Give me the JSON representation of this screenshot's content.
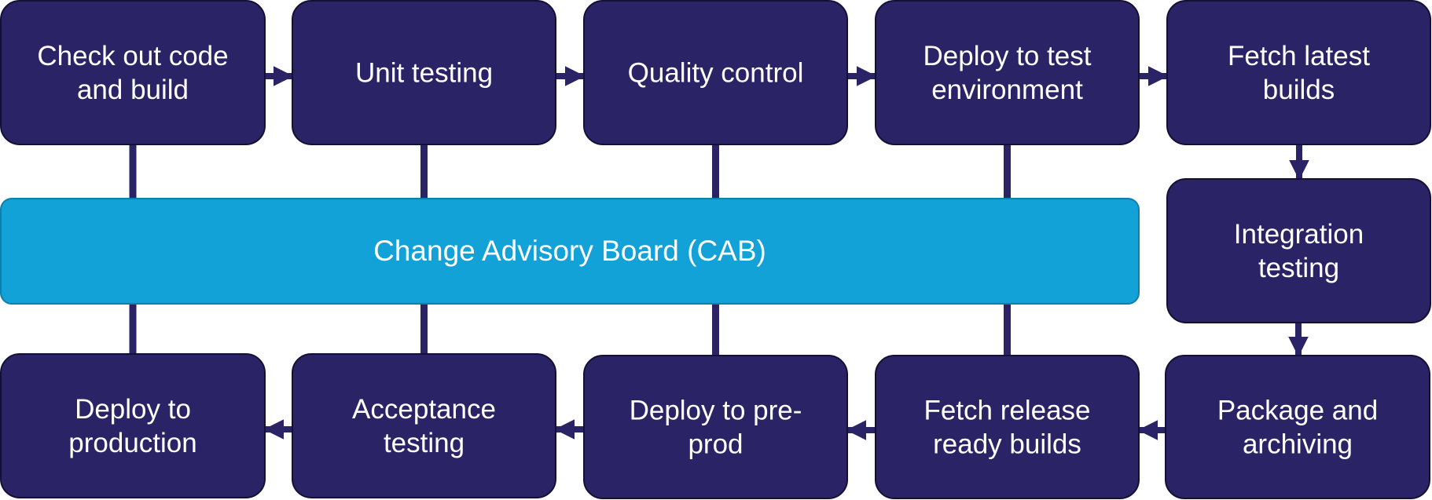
{
  "colors": {
    "step_fill": "#2a2466",
    "step_border": "#141035",
    "connector": "#2a2466",
    "cab_fill": "#12a2d8",
    "cab_border": "#0d7fab",
    "text": "#ffffff"
  },
  "cab": {
    "label": "Change Advisory Board (CAB)"
  },
  "steps": [
    {
      "id": "check-out-code",
      "lines": [
        "Check out code",
        "and build"
      ]
    },
    {
      "id": "unit-testing",
      "lines": [
        "Unit testing"
      ]
    },
    {
      "id": "quality-control",
      "lines": [
        "Quality control"
      ]
    },
    {
      "id": "deploy-test-env",
      "lines": [
        "Deploy to test",
        "environment"
      ]
    },
    {
      "id": "fetch-latest-builds",
      "lines": [
        "Fetch latest",
        "builds"
      ]
    },
    {
      "id": "integration-testing",
      "lines": [
        "Integration",
        "testing"
      ]
    },
    {
      "id": "package-archiving",
      "lines": [
        "Package and",
        "archiving"
      ]
    },
    {
      "id": "fetch-release-builds",
      "lines": [
        "Fetch release",
        "ready builds"
      ]
    },
    {
      "id": "deploy-preprod",
      "lines": [
        "Deploy to pre-",
        "prod"
      ]
    },
    {
      "id": "acceptance-testing",
      "lines": [
        "Acceptance",
        "testing"
      ]
    },
    {
      "id": "deploy-production",
      "lines": [
        "Deploy to",
        "production"
      ]
    }
  ],
  "flow": [
    [
      "check-out-code",
      "unit-testing"
    ],
    [
      "unit-testing",
      "quality-control"
    ],
    [
      "quality-control",
      "deploy-test-env"
    ],
    [
      "deploy-test-env",
      "fetch-latest-builds"
    ],
    [
      "fetch-latest-builds",
      "integration-testing"
    ],
    [
      "integration-testing",
      "package-archiving"
    ],
    [
      "package-archiving",
      "fetch-release-builds"
    ],
    [
      "fetch-release-builds",
      "deploy-preprod"
    ],
    [
      "deploy-preprod",
      "acceptance-testing"
    ],
    [
      "acceptance-testing",
      "deploy-production"
    ]
  ],
  "cab_links": [
    "check-out-code",
    "unit-testing",
    "quality-control",
    "deploy-test-env",
    "deploy-production",
    "acceptance-testing",
    "deploy-preprod",
    "fetch-release-builds"
  ]
}
